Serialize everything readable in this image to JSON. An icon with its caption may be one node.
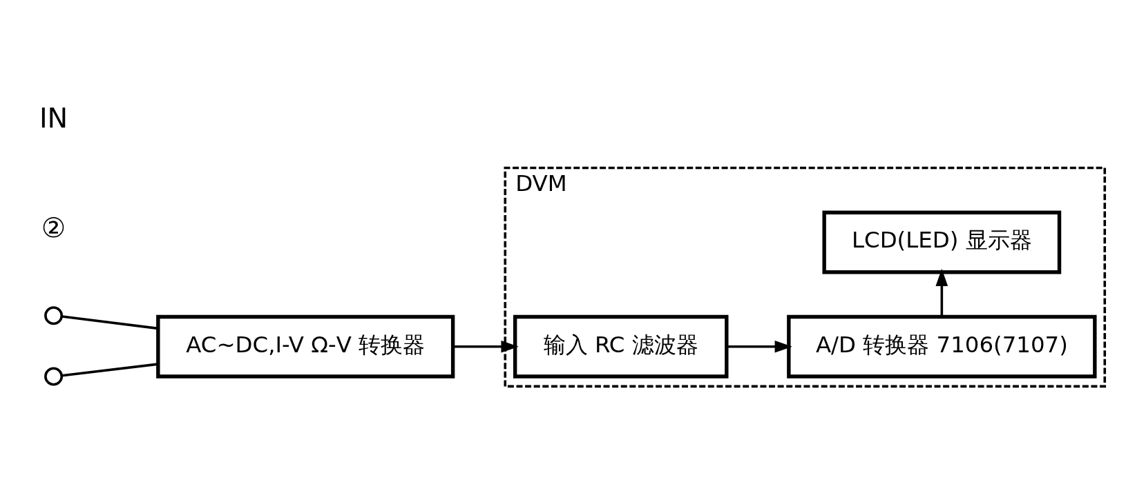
{
  "diagram": {
    "nodes": [
      {
        "text": [
          "DVM"
        ]
      },
      {
        "text": [
          "LCD(LED) 显示器"
        ],
        "in": 0
      },
      {
        "text": [],
        "shape": "circle"
      },
      {
        "text": [],
        "shape": "circle"
      },
      {
        "text": [
          "AC~DC,I-V Ω-V 转换器"
        ]
      },
      {
        "text": [
          "输入 RC 滤波器"
        ],
        "in": 0
      },
      {
        "text": [
          "A/D 转换器 7106(7107)"
        ],
        "in": 0
      }
    ],
    "edges": [
      {
        "from": 2,
        "to": 4,
        "arrow": "none"
      },
      {
        "from": 3,
        "to": 4,
        "arrow": "none"
      },
      {
        "from": 4,
        "to": 5,
        "arrow": "to"
      },
      {
        "from": 5,
        "to": 6,
        "arrow": "to"
      },
      {
        "from": 6,
        "to": 1,
        "arrow": "to"
      }
    ],
    "labels": [
      "②",
      "IN"
    ]
  }
}
